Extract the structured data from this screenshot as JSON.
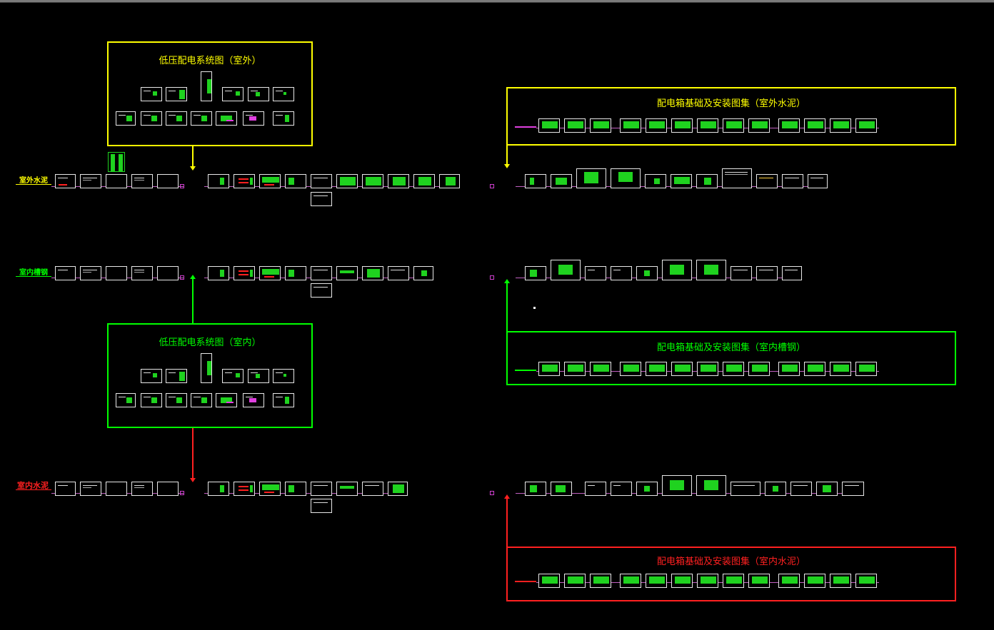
{
  "app": {
    "title": "CAD drawing viewer"
  },
  "row_labels": [
    {
      "text": "室外水泥",
      "color": "#ffff00"
    },
    {
      "text": "室内槽钢",
      "color": "#00ff00"
    },
    {
      "text": "室内水泥",
      "color": "#ff2020"
    }
  ],
  "frames": {
    "outdoor_system": {
      "title": "低压配电系统图（室外）",
      "color": "#ffff00"
    },
    "indoor_system": {
      "title": "低压配电系统图（室内）",
      "color": "#00ff00"
    },
    "outdoor_cement_atlas": {
      "title": "配电箱基础及安装图集（室外水泥）",
      "color": "#ffff00"
    },
    "indoor_channel_atlas": {
      "title": "配电箱基础及安装图集（室内槽钢）",
      "color": "#00ff00"
    },
    "indoor_cement_atlas": {
      "title": "配电箱基础及安装图集（室内水泥）",
      "color": "#ff2020"
    }
  },
  "colors": {
    "background": "#000000",
    "sheet_border": "#e8e8e8",
    "wire": "#c060c0",
    "accent_green": "#1fd21f"
  }
}
